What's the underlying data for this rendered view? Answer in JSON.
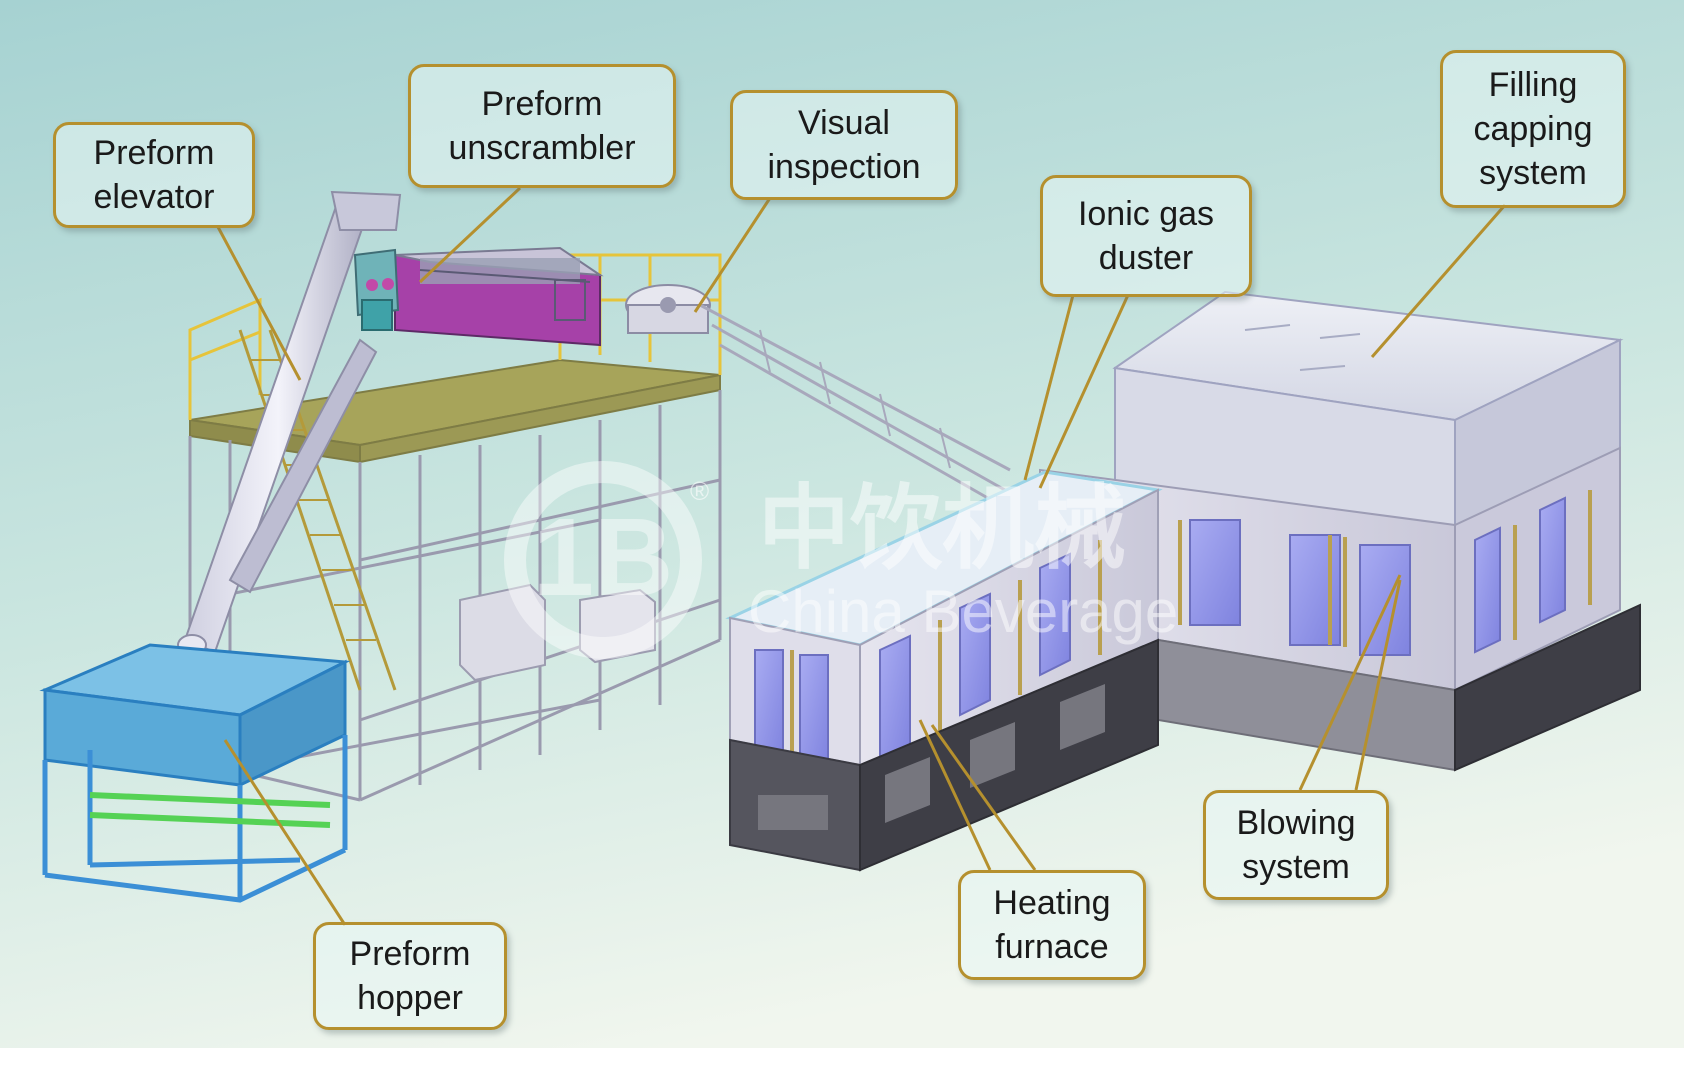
{
  "callouts": {
    "preform_elevator": [
      "Preform",
      "elevator"
    ],
    "preform_unscrambler": [
      "Preform",
      "unscrambler"
    ],
    "visual_inspection": [
      "Visual",
      "inspection"
    ],
    "ionic_gas_duster": [
      "Ionic gas",
      "duster"
    ],
    "filling_capping": [
      "Filling",
      "capping",
      "system"
    ],
    "blowing_system": [
      "Blowing",
      "system"
    ],
    "heating_furnace": [
      "Heating",
      "furnace"
    ],
    "preform_hopper": [
      "Preform",
      "hopper"
    ]
  },
  "watermark": {
    "chinese": "中饮机械",
    "english": "China Beverage",
    "registered": "®"
  },
  "colors": {
    "callout_border": "#b5902e",
    "background_top": "#a9d3d3",
    "background_bottom": "#eef5ec",
    "hopper_blue": "#5aaad8",
    "unscrambler_magenta": "#9a3aa0",
    "machine_panel": "#dcdbe8",
    "window_blue": "#8d90e8",
    "base_dark": "#3e3e46"
  }
}
